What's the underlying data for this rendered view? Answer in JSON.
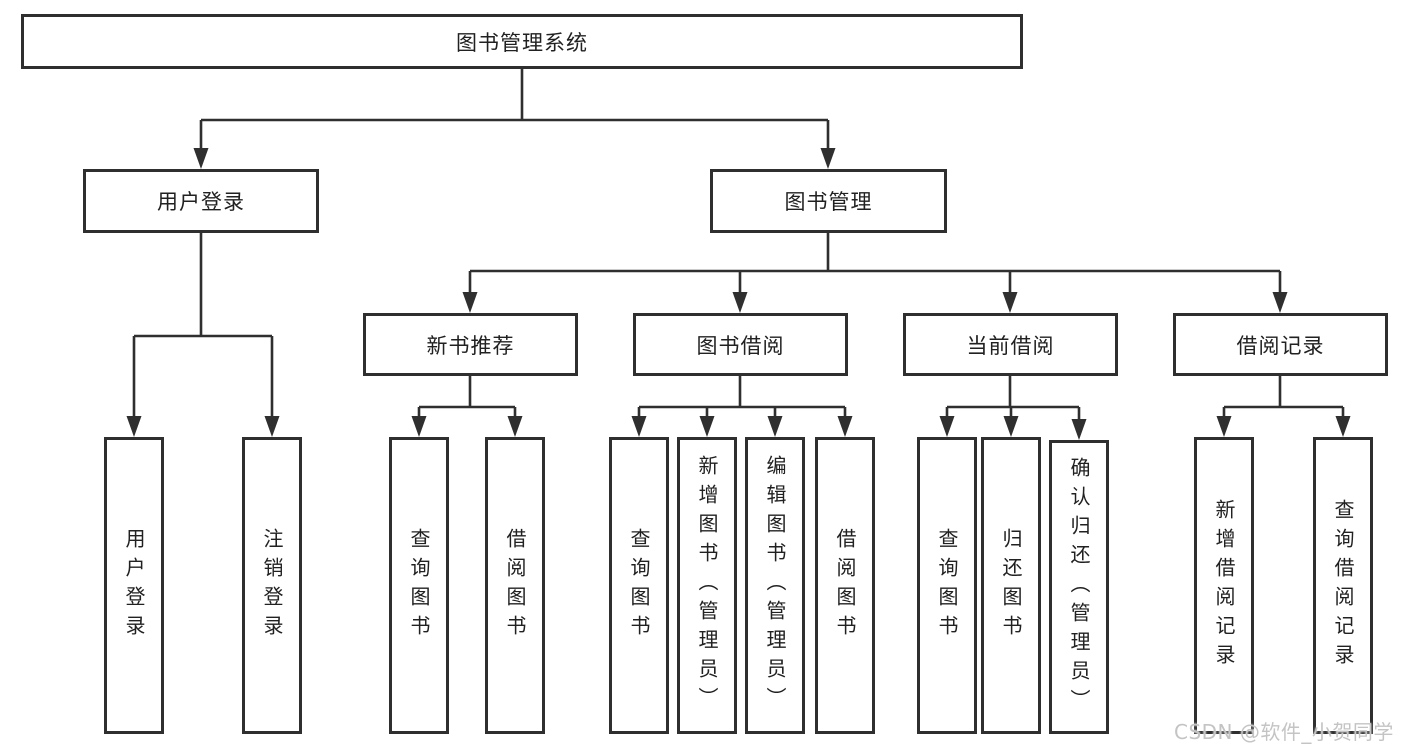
{
  "tree": {
    "root": {
      "label": "图书管理系统"
    },
    "level2": [
      {
        "label": "用户登录",
        "children": [
          {
            "label": "用户登录"
          },
          {
            "label": "注销登录"
          }
        ]
      },
      {
        "label": "图书管理",
        "children": [
          {
            "label": "新书推荐",
            "children": [
              {
                "label": "查询图书"
              },
              {
                "label": "借阅图书"
              }
            ]
          },
          {
            "label": "图书借阅",
            "children": [
              {
                "label": "查询图书"
              },
              {
                "label": "新增图书（管理员）"
              },
              {
                "label": "编辑图书（管理员）"
              },
              {
                "label": "借阅图书"
              }
            ]
          },
          {
            "label": "当前借阅",
            "children": [
              {
                "label": "查询图书"
              },
              {
                "label": "归还图书"
              },
              {
                "label": "确认归还（管理员）"
              }
            ]
          },
          {
            "label": "借阅记录",
            "children": [
              {
                "label": "新增借阅记录"
              },
              {
                "label": "查询借阅记录"
              }
            ]
          }
        ]
      }
    ]
  },
  "watermark": {
    "text": "CSDN @软件_小贺同学"
  },
  "colors": {
    "line": "#2f2f2f",
    "box_border": "#2f2f2f",
    "box_background": "#ffffff",
    "text": "#212121",
    "watermark": "#c4c4c4"
  }
}
